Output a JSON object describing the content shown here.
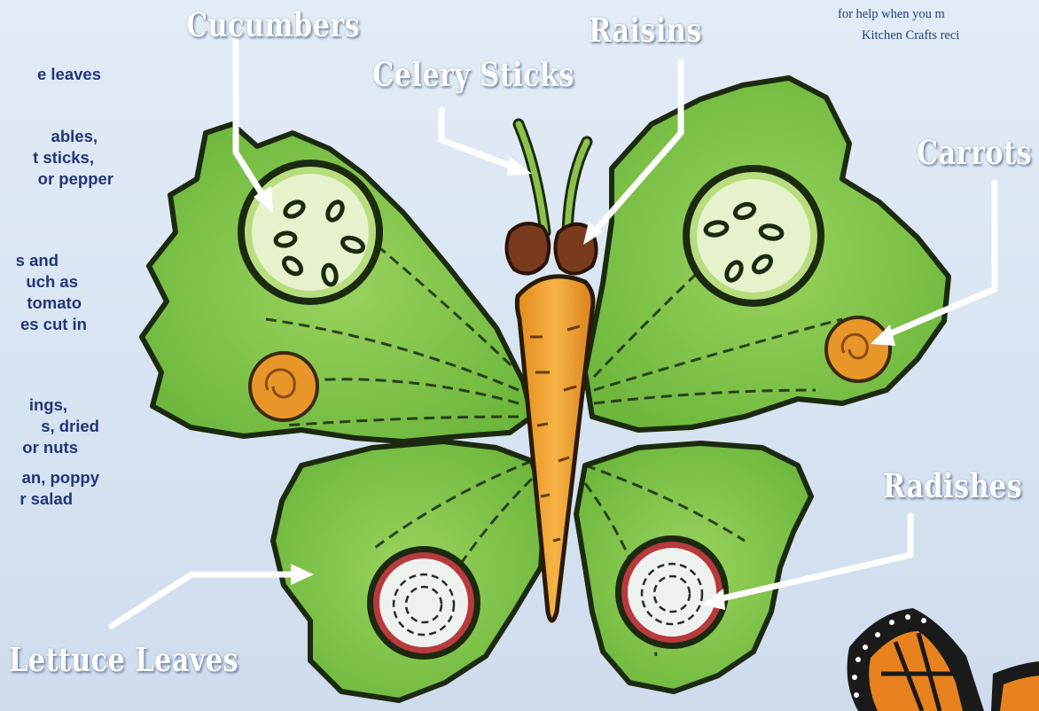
{
  "left_text": [
    "e leaves",
    "ables,",
    "t sticks,",
    "or pepper",
    "s and",
    "uch as",
    "tomato",
    "es cut in",
    "ings,",
    "s, dried",
    "or nuts",
    "an, poppy",
    "r salad"
  ],
  "right_note": [
    "for help when you m",
    "Kitchen Crafts reci"
  ],
  "labels": {
    "cucumbers": "Cucumbers",
    "raisins": "Raisins",
    "celery": "Celery Sticks",
    "carrots": "Carrots",
    "radishes": "Radishes",
    "lettuce": "Lettuce Leaves"
  },
  "colors": {
    "text_blue": "#23357a",
    "lettuce_green": "#7cc24a",
    "carrot_orange": "#f0a43a",
    "radish_red": "#b83a3e",
    "cucumber_light": "#e6f2cc"
  }
}
